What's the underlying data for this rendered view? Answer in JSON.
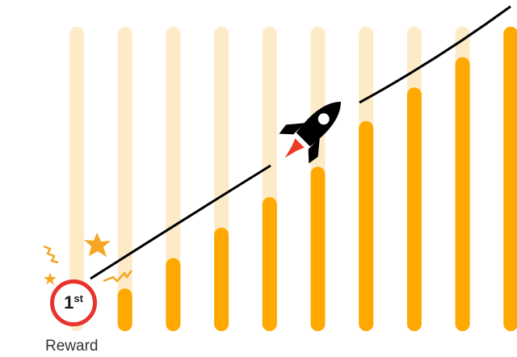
{
  "bars": [
    0,
    0.14,
    0.24,
    0.34,
    0.44,
    0.54,
    0.69,
    0.8,
    0.9,
    1.0
  ],
  "colors": {
    "track": "#fdebc8",
    "fill": "#ffa800",
    "badge": "#e8322b",
    "star": "#f5a623",
    "flame": "#ee3b24"
  },
  "badge": {
    "number": "1",
    "suffix": "st",
    "label": "Reward"
  }
}
